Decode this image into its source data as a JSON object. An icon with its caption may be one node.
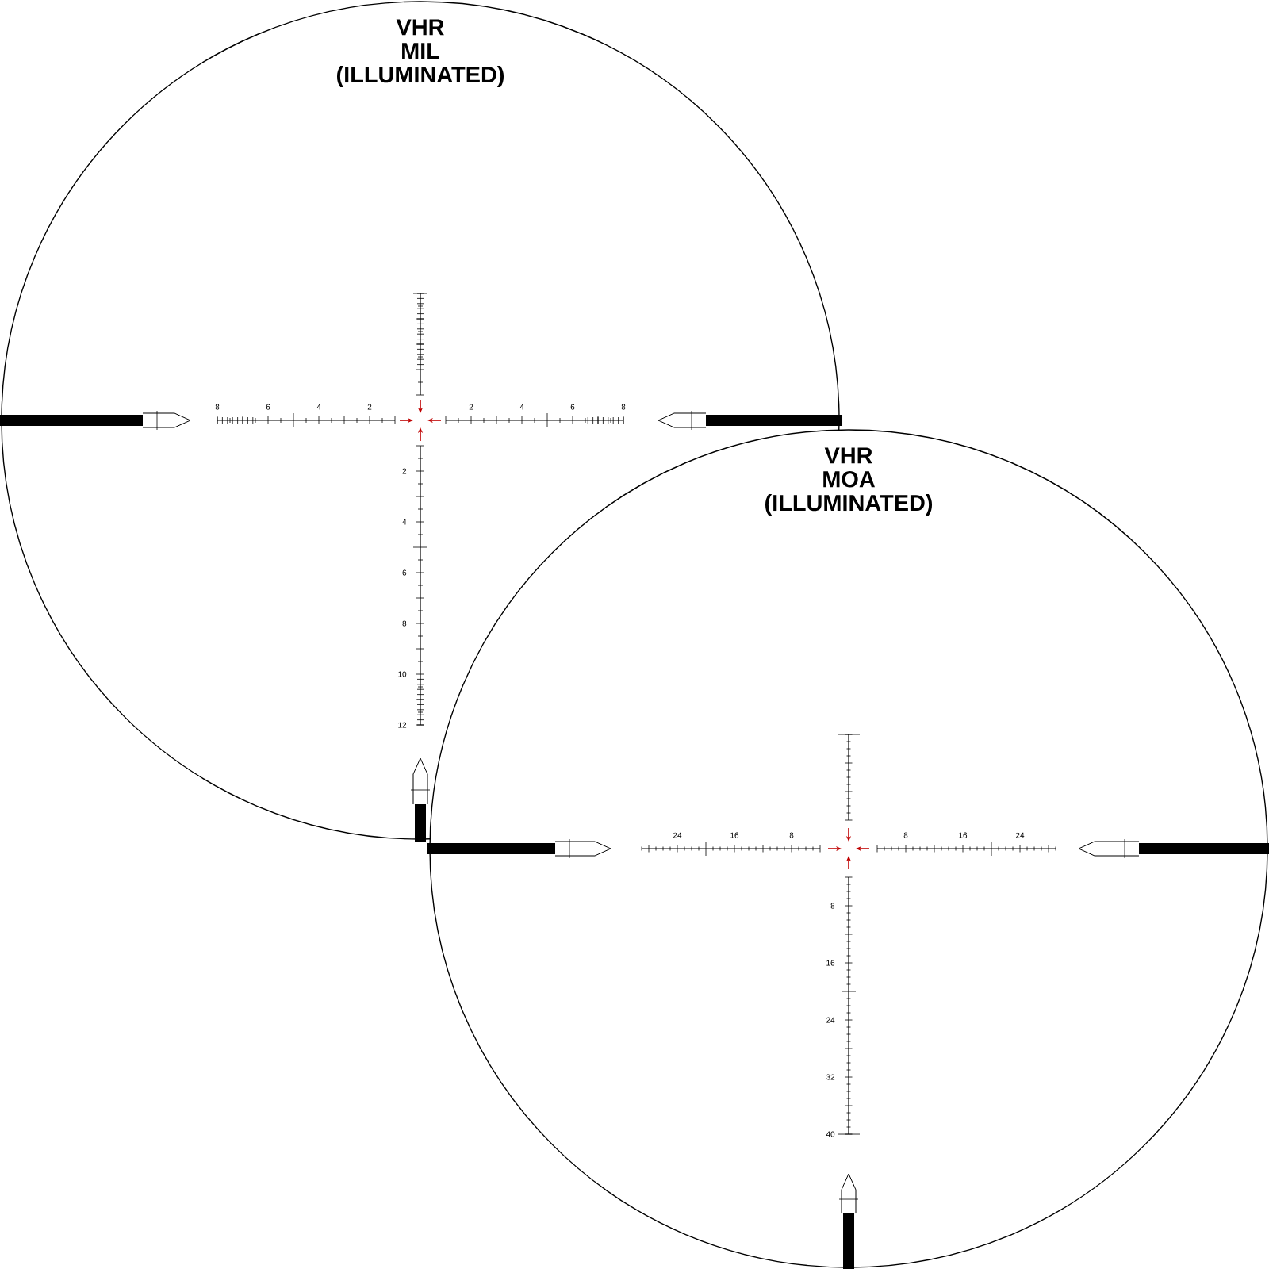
{
  "diagram": {
    "nodes": [
      {
        "text": [
          "VHR MIL (ILLUMINATED)"
        ]
      },
      {
        "text": [
          "VHR MOA (ILLUMINATED)"
        ]
      }
    ],
    "edges": [],
    "labels": [
      "8",
      "6",
      "4",
      "2",
      "2",
      "4",
      "6",
      "8",
      "2",
      "4",
      "6",
      "8",
      "10",
      "12",
      "24",
      "16",
      "8",
      "8",
      "16",
      "24",
      "8",
      "16",
      "24",
      "32",
      "40"
    ]
  }
}
